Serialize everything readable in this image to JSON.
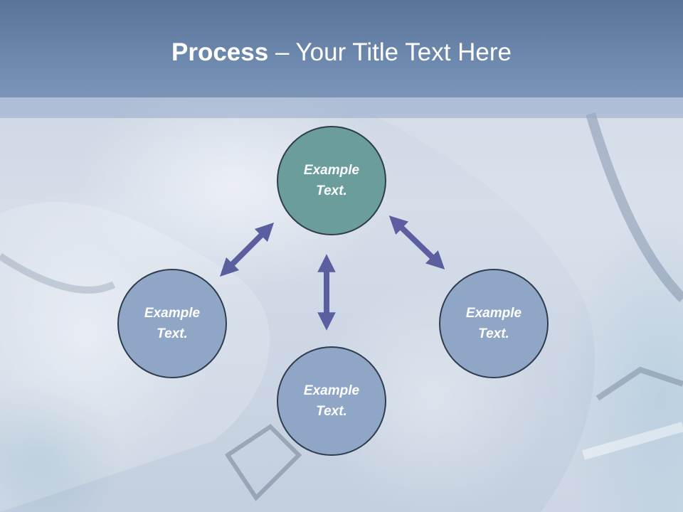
{
  "title": {
    "bold": "Process",
    "rest": " – Your Title Text Here"
  },
  "nodes": {
    "top": "Example\nText.",
    "left": "Example\nText.",
    "right": "Example\nText.",
    "bottom": "Example\nText."
  },
  "colors": {
    "title_band": "#6d88ad",
    "center_node": "#6a9d9c",
    "outer_node": "#8fa6c7",
    "node_border": "#2f3d4f",
    "arrow": "#5b5f9f"
  }
}
